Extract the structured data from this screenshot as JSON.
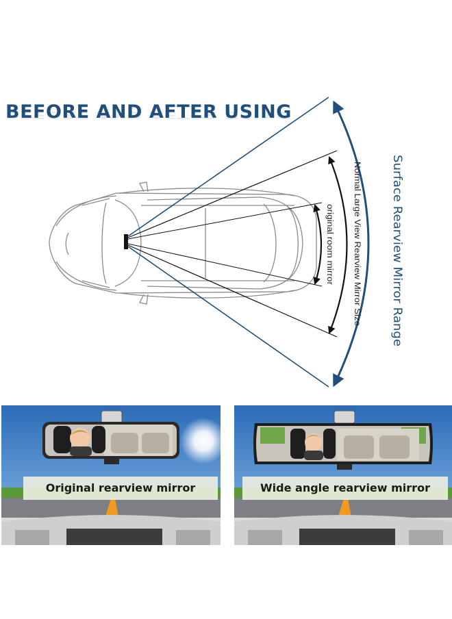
{
  "header": {
    "title": "BEFORE AND AFTER USING"
  },
  "diagram": {
    "labels": {
      "surface_range": "Surface Rearview Mirror Range",
      "normal_range": "Normal Large View Rearview Mirror Size",
      "original_range": "original room mirror"
    },
    "colors": {
      "accent_blue": "#1f4f7a",
      "line_black": "#111111",
      "car_outline": "#8a8a8a"
    }
  },
  "comparison": {
    "left_caption": "Original rearview mirror",
    "right_caption": "Wide angle rearview mirror"
  }
}
